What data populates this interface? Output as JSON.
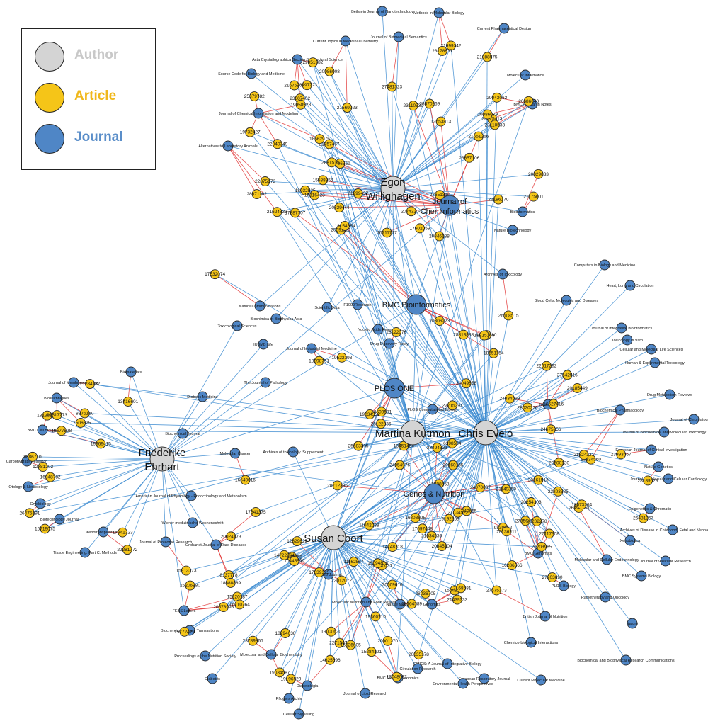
{
  "legend": {
    "items": [
      {
        "label": "Author",
        "color": "#d4d4d4",
        "text_color": "#c8c8c8"
      },
      {
        "label": "Article",
        "color": "#f5c518",
        "text_color": "#f0b81c"
      },
      {
        "label": "Journal",
        "color": "#4f86c6",
        "text_color": "#5a8ec9"
      }
    ]
  },
  "colors": {
    "author": "#d4d4d4",
    "article": "#f5c518",
    "journal": "#4f86c6",
    "edge_author_article": "#3a8ad0",
    "edge_article_journal": "#e03030"
  },
  "authors": [
    "Egon Willighagen",
    "Chris Evelo",
    "Martina Kutmon",
    "Susan Coort",
    "Friederike Ehrhart"
  ],
  "major_journals": [
    "Journal of Cheminformatics",
    "BMC Bioinformatics",
    "PLOS ONE",
    "Genes & Nutrition"
  ],
  "journals": [
    "Beilstein Journal of Nanotechnology",
    "Methods in Molecular Biology",
    "Current Pharmaceutical Design",
    "Acta Crystallographica Section B: Structural Science",
    "Journal of Biomedical Semantics",
    "Current Topics in Medicinal Chemistry",
    "Molecular Informatics",
    "Source Code for Biology and Medicine",
    "BMC Research Notes",
    "Journal of Chemical Information and Modeling",
    "Alternatives to Laboratory Animals",
    "Bioinformatics",
    "Nature Biotechnology",
    "Computers in Biology and Medicine",
    "Archives of Toxicology",
    "Heart, Lung and Circulation",
    "Scientific Data",
    "F1000Research",
    "Blood Cells, Molecules and Diseases",
    "Nature Communications",
    "Nucleic Acids Research",
    "Biochimica et Biophysica Acta",
    "Toxicological Sciences",
    "Journal of integrative bioinformatics",
    "Toxicology in Vitro",
    "Drug Discovery Today",
    "IUBMB Life",
    "Journal of Industrial Medicine",
    "Cellular and Molecular Life Sciences",
    "Human & Experimental Toxicology",
    "Journal of Membrane Biology",
    "Biomaterials",
    "The Journal of Pathology",
    "Drug Metabolism Reviews",
    "BioTechniques",
    "Diabetic Medicine",
    "PLOS Computational Biology",
    "Toxicology",
    "Biochemical Pharmacology",
    "Journal of Chromatography",
    "BMC Cell Biology",
    "Journal of Biochemical and Molecular Toxicology",
    "Biochemical Journal",
    "European Journal of Clinical Investigation",
    "Archives of toxicology. Supplement",
    "Molecular Cancer",
    "Nature Genetics",
    "Carbohydrate Research",
    "Journal of Molecular and Cellular Cardiology",
    "Otology & Neurotology",
    "American Journal of Physiology - Endocrinology and Metabolism",
    "Epigenetics & Chromatin",
    "Cryobiology",
    "Archives of Disease in Childhood. Fetal and Neonatal Edition",
    "Xenobiotica",
    "Biotechnology Journal",
    "Wiener medizinische Wochenschrift",
    "Orphanet Journal of Rare Diseases",
    "Xenotransplantation",
    "Journal of Proteome Research",
    "BMC Genomics",
    "Tissue Engineering. Part C. Methods",
    "Molecular and Cellular Endocrinology",
    "Journal of Vascular Research",
    "BMC Systems Biology",
    "FASEB Journal",
    "PLOS Biology",
    "Radiotherapy and Oncology",
    "FEBS Letters",
    "Molecular Nutrition and Food Research",
    "Nature Methods",
    "Genomics",
    "British Journal of Nutrition",
    "Chemico-biological Interactions",
    "Biochemical Society Transactions",
    "Proceedings of the Nutrition Society",
    "Molecular and Cellular Biochemistry",
    "OMICS: A Journal of Integrative Biology",
    "Nature",
    "Biochemical and Biophysical Research Communications",
    "Diabetes",
    "Circulation Research",
    "European Respiratory Journal",
    "Current Molecular Medicine",
    "Diabetologia",
    "BMC Medical Genomics",
    "Environmental Health Perspectives",
    "Journal of Lipid Research",
    "Pflugers Archiv",
    "Cellular Signalling"
  ],
  "articles": [
    "26925413",
    "23007402",
    "15588355",
    "23110530",
    "18796559",
    "22840749",
    "23110533",
    "21088575",
    "28870269",
    "28815151",
    "27481323",
    "18032525",
    "22186170",
    "21575203",
    "20591151",
    "22375173",
    "16711717",
    "12653813",
    "21175601",
    "23657106",
    "25379782",
    "21999342",
    "20829444",
    "21551266",
    "17887707",
    "21569923",
    "23497723",
    "21757467",
    "18562975",
    "20086008",
    "23178637",
    "21999457",
    "21624832",
    "28671182",
    "29043062",
    "18154654",
    "20346188",
    "19732427",
    "19958528",
    "17316423",
    "20086079",
    "27651310",
    "20686640",
    "29051982",
    "20829833",
    "20743204",
    "17697448",
    "25683305",
    "27356457",
    "9830012",
    "26508515",
    "24049858",
    "21149350",
    "13451454",
    "20202278",
    "20254103",
    "11042038",
    "6398534",
    "28813888",
    "27049665",
    "28122336",
    "24675256",
    "26481357",
    "24434588",
    "26496390",
    "20185449",
    "28189523",
    "20136211",
    "22715291",
    "18073264",
    "15908880",
    "24954976",
    "16286566",
    "18815140",
    "27117308",
    "18609581",
    "16627416",
    "27642516",
    "15708558",
    "20600130",
    "21034522",
    "22617292",
    "23993467",
    "20203985",
    "24070667",
    "27203690",
    "20306223",
    "20161513",
    "20345104",
    "20160185",
    "28834560",
    "27575173",
    "28494523",
    "16808625",
    "21034536",
    "23203585",
    "28020226",
    "19034552",
    "18651154",
    "21624331",
    "20035178",
    "15284191",
    "8137778",
    "19034587",
    "21439333",
    "18810021",
    "26206880",
    "12479658",
    "13048002",
    "15548153",
    "14625696",
    "14748718",
    "12829625",
    "18888889",
    "15220187",
    "18294038",
    "16710764",
    "22715471",
    "17639325",
    "15772429",
    "14722264",
    "18164589",
    "19000620",
    "15526605",
    "17168581",
    "15913773",
    "20573993",
    "20509616",
    "23012072",
    "19360710",
    "15094878",
    "23789865",
    "20001270",
    "19196529",
    "28036705",
    "18138173",
    "13416601",
    "27517773",
    "21284187",
    "22281772",
    "8375160",
    "12781202",
    "19969415",
    "8886710",
    "15719075",
    "16677528",
    "17941323",
    "26475191",
    "16948782",
    "17506625",
    "18998751",
    "19192258",
    "17532074",
    "20024173",
    "19522193",
    "11162567",
    "10445599",
    "16640016",
    "20712385",
    "28122076",
    "17641375",
    "17502059"
  ]
}
